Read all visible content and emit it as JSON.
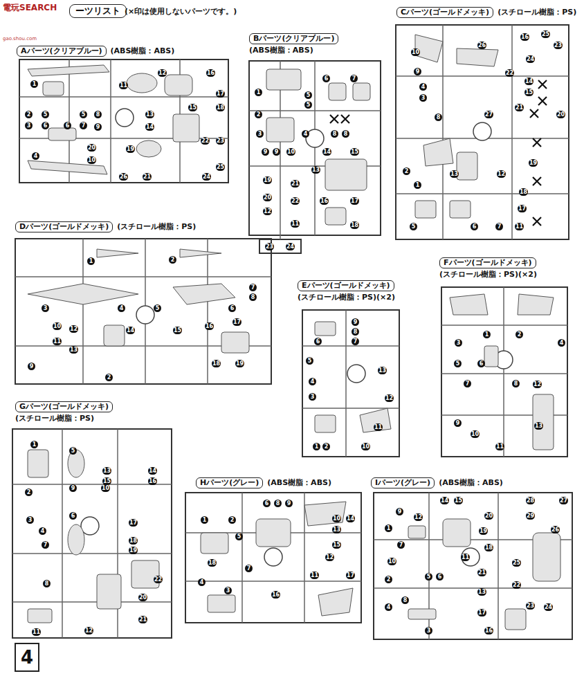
{
  "diagram": {
    "title": "ーツリスト",
    "nodes": [
      {
        "text": [
          "Aパーツ(クリアブルー)",
          "(ABS樹脂：ABS)"
        ]
      },
      {
        "text": [
          "Bパーツ(クリアブルー)",
          "(ABS樹脂：ABS)"
        ]
      },
      {
        "text": [
          "Cパーツ(ゴールドメッキ)",
          "(スチロール樹脂：PS)"
        ]
      },
      {
        "text": [
          "Dパーツ(ゴールドメッキ)",
          "(スチロール樹脂：PS)"
        ]
      },
      {
        "text": [
          "Eパーツ(ゴールドメッキ)",
          "(スチロール樹脂：PS)(×2)"
        ]
      },
      {
        "text": [
          "Fパーツ(ゴールドメッキ)",
          "(スチロール樹脂：PS)(×2)"
        ]
      },
      {
        "text": [
          "Gパーツ(ゴールドメッキ)",
          "(スチロール樹脂：PS)"
        ]
      },
      {
        "text": [
          "Hパーツ(グレー)",
          "(ABS樹脂：ABS)"
        ]
      },
      {
        "text": [
          "Iパーツ(グレー)",
          "(ABS樹脂：ABS)"
        ]
      }
    ],
    "labels": [
      "(×印は使用しないパーツです。)",
      "電玩SEARCH",
      "gao.shou.com",
      "1",
      "2",
      "3",
      "4",
      "5",
      "5",
      "6",
      "6",
      "7",
      "8",
      "9",
      "10",
      "11",
      "12",
      "13",
      "14",
      "15",
      "16",
      "17",
      "18",
      "19",
      "20",
      "21",
      "22",
      "23",
      "24",
      "25",
      "26",
      "1",
      "2",
      "3",
      "4",
      "5",
      "5",
      "6",
      "7",
      "8",
      "8",
      "9",
      "9",
      "10",
      "11",
      "12",
      "13",
      "14",
      "15",
      "16",
      "17",
      "18",
      "19",
      "20",
      "21",
      "22",
      "23",
      "24",
      "1",
      "2",
      "3",
      "4",
      "5",
      "6",
      "7",
      "8",
      "9",
      "10",
      "11",
      "12",
      "13",
      "14",
      "15",
      "16",
      "17",
      "18",
      "19",
      "20",
      "21",
      "22",
      "23",
      "24",
      "25",
      "26",
      "27",
      "1",
      "2",
      "3",
      "4",
      "5",
      "6",
      "7",
      "8",
      "9",
      "10",
      "11",
      "12",
      "13",
      "14",
      "15",
      "16",
      "17",
      "18",
      "19",
      "2",
      "1",
      "2",
      "3",
      "4",
      "5",
      "6",
      "7",
      "8",
      "9",
      "10",
      "11",
      "12",
      "13",
      "1",
      "2",
      "3",
      "4",
      "5",
      "6",
      "7",
      "8",
      "9",
      "10",
      "11",
      "12",
      "13",
      "1",
      "2",
      "3",
      "4",
      "5",
      "6",
      "7",
      "8",
      "9",
      "10",
      "11",
      "12",
      "13",
      "14",
      "15",
      "16",
      "17",
      "18",
      "19",
      "20",
      "21",
      "22",
      "1",
      "2",
      "3",
      "4",
      "5",
      "6",
      "7",
      "8",
      "9",
      "10",
      "11",
      "12",
      "13",
      "14",
      "15",
      "16",
      "17",
      "18",
      "1",
      "2",
      "3",
      "4",
      "5",
      "6",
      "7",
      "8",
      "9",
      "10",
      "11",
      "12",
      "13",
      "14",
      "15",
      "16",
      "17",
      "18",
      "19",
      "20",
      "21",
      "22",
      "23",
      "24",
      "25",
      "26",
      "27",
      "28",
      "29",
      "4"
    ]
  }
}
